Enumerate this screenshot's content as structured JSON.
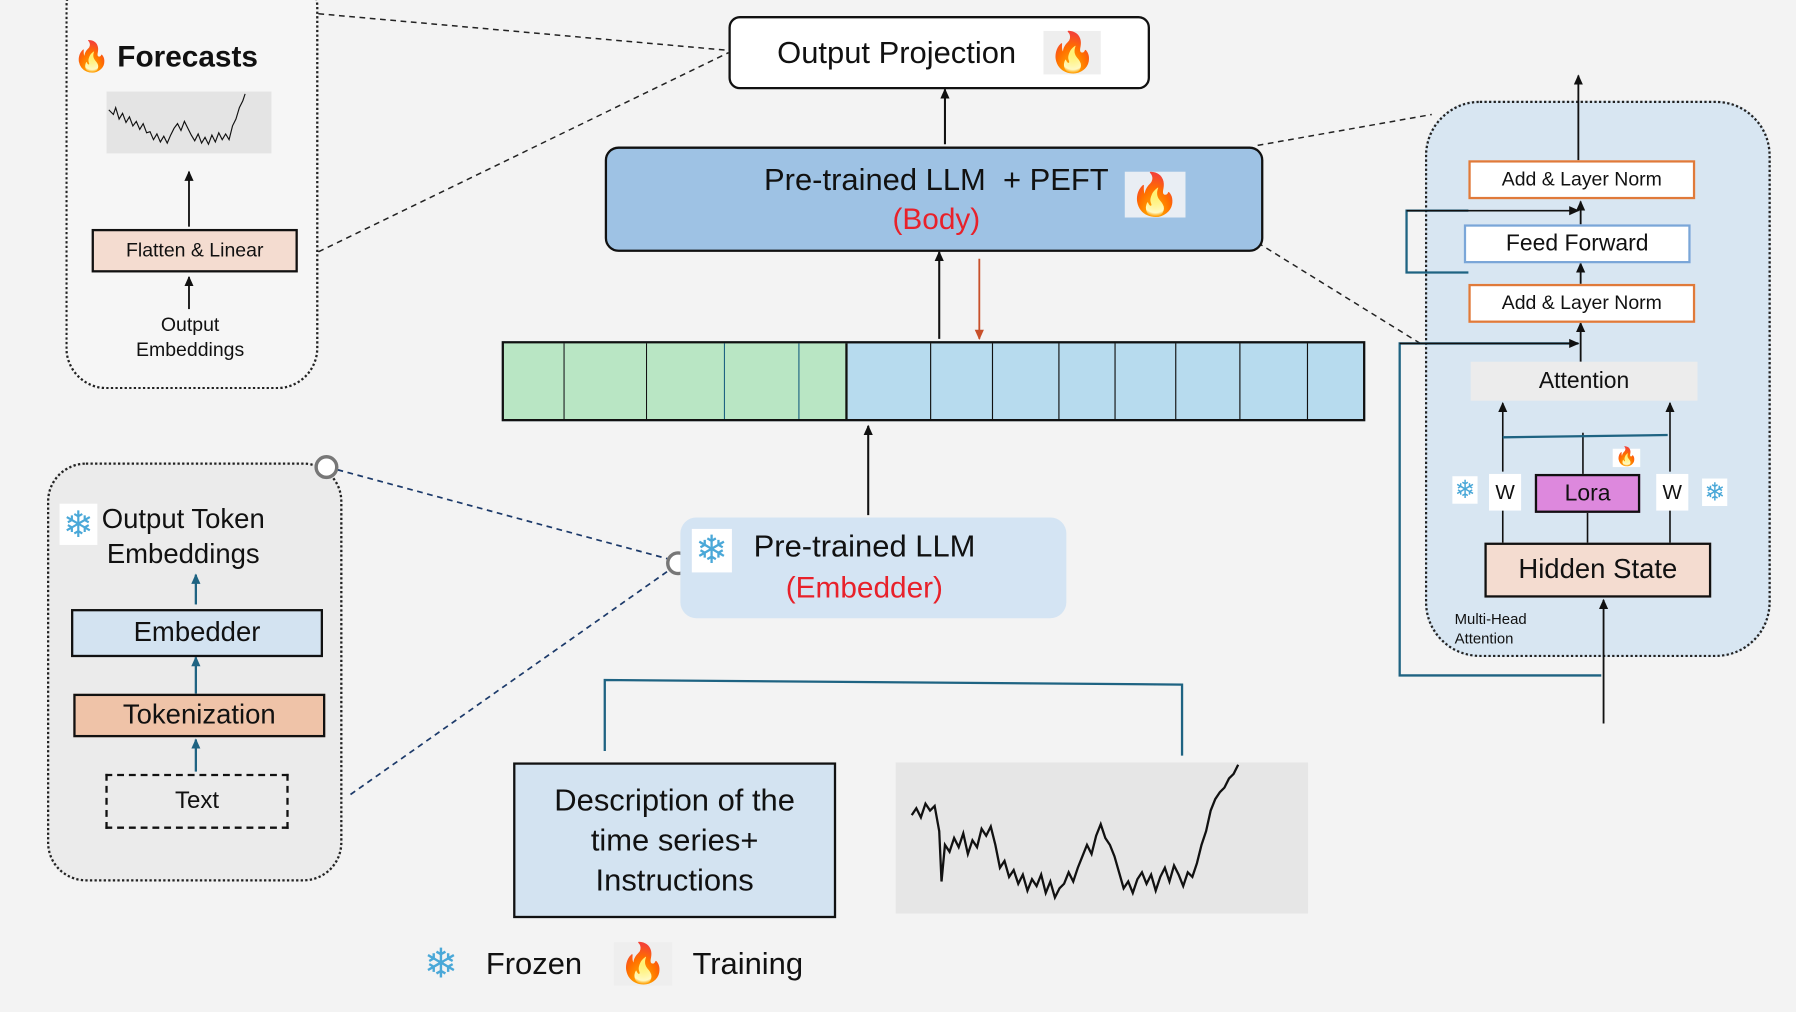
{
  "forecasts_panel": {
    "title": "Forecasts",
    "flatten_label": "Flatten & Linear",
    "output_embeddings_label": "Output\nEmbeddings"
  },
  "output_projection": {
    "label": "Output Projection"
  },
  "body_block": {
    "label": "Pre-trained LLM  + PEFT",
    "sublabel": "(Body)"
  },
  "embedder_block": {
    "label": "Pre-trained LLM",
    "sublabel": "(Embedder)"
  },
  "embedder_panel": {
    "output_label": "Output Token\nEmbeddings",
    "embedder_label": "Embedder",
    "tokenization_label": "Tokenization",
    "text_label": "Text"
  },
  "description_box": {
    "label": "Description of the\ntime series+\nInstructions"
  },
  "transformer_panel": {
    "add_norm_top": "Add & Layer Norm",
    "feed_forward": "Feed Forward",
    "add_norm_bottom": "Add & Layer Norm",
    "attention": "Attention",
    "w_left": "W",
    "lora": "Lora",
    "w_right": "W",
    "hidden_state": "Hidden State",
    "caption": "Multi-Head\nAttention"
  },
  "legend": {
    "frozen": "Frozen",
    "training": "Training"
  },
  "icons": {
    "flame": "flame-icon",
    "snowflake": "snowflake-icon"
  },
  "colors": {
    "token_green": "#b9e6c4",
    "token_blue": "#b7dbee",
    "body_blue": "#9ec2e4",
    "embedder_blue": "#d4e4f3",
    "description_blue": "#d3e3f1",
    "panel_blue": "#d8e6f2",
    "panel_gray": "#ebebeb",
    "peach": "#f4dcd0",
    "tokenization": "#efc3a8",
    "lora_pink": "#dd88dd",
    "norm_orange": "#e07a3a",
    "ff_blue": "#7aa6d8",
    "label_red": "#e8212a",
    "arrow_red": "#c8502a",
    "dash_navy": "#1c3a6a",
    "teal": "#1e6382"
  }
}
